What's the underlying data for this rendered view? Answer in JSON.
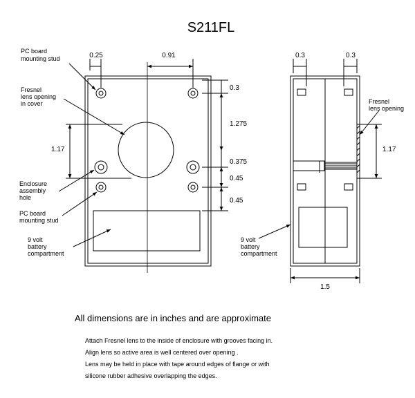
{
  "title": "S211FL",
  "front_view": {
    "labels": {
      "pc_board_stud_top": [
        "PC board",
        "mounting stud"
      ],
      "fresnel_opening": [
        "Fresnel",
        "lens opening",
        "in cover"
      ],
      "enclosure_hole": [
        "Enclosure",
        "assembly",
        "hole"
      ],
      "pc_board_stud_bottom": [
        "PC board",
        "mounting stud"
      ],
      "battery": [
        "9 volt",
        "battery",
        "compartment"
      ]
    },
    "dims": {
      "stud_offset": "0.25",
      "center_offset": "0.91",
      "lens_height": "1.17",
      "top_margin": "0.3",
      "stud_spacing": "1.275",
      "upper_gap": "0.375",
      "mid_gap": "0.45",
      "lower_gap": "0.45"
    }
  },
  "side_view": {
    "labels": {
      "fresnel_opening": [
        "Fresnel",
        "lens opening"
      ],
      "battery": [
        "9 volt",
        "battery",
        "compartment"
      ]
    },
    "dims": {
      "left_margin": "0.3",
      "right_margin": "0.3",
      "opening_height": "1.17",
      "width": "1.5"
    }
  },
  "notes": {
    "main": "All dimensions are in inches and are approximate",
    "lines": [
      "Attach Fresnel lens to the inside of enclosure with grooves facing in.",
      "Align lens so active area is well centered over opening .",
      "Lens may be held in place with tape around edges of flange or with",
      "silicone rubber adhesive overlapping the edges."
    ]
  }
}
